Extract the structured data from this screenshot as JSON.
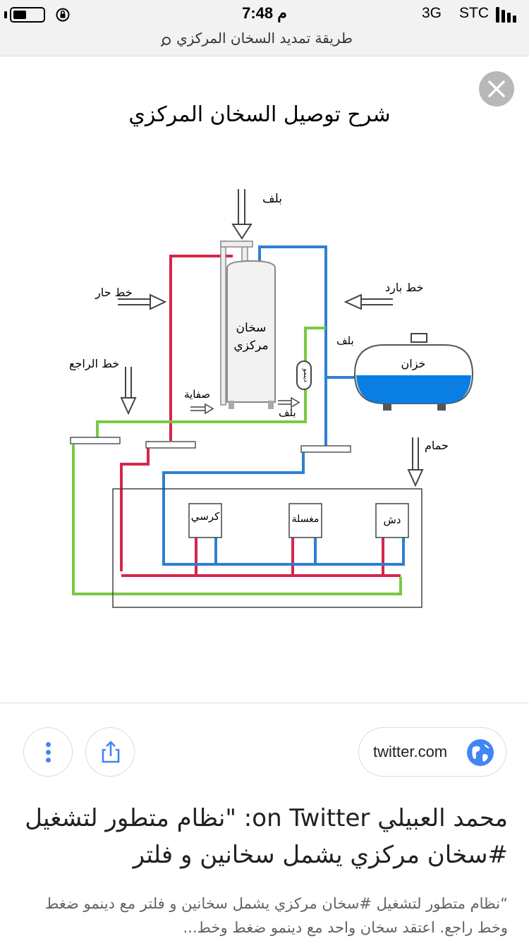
{
  "status_bar": {
    "time": "7:48 م",
    "network": "3G",
    "carrier": "STC"
  },
  "search": {
    "query": "طريقة تمديد السخان المركزي"
  },
  "diagram": {
    "title": "شرح توصيل السخان المركزي",
    "labels": {
      "valve_top": "بلف",
      "hot_line": "خط حار",
      "cold_line": "خط بارد",
      "heater": "سخان",
      "heater_2": "مركزي",
      "return_line": "خط الراجع",
      "valve_right": "بلف",
      "tank": "خزان",
      "pump": "دينمو",
      "drain": "صفاية",
      "valve_bottom": "بلف",
      "bathroom": "حمام",
      "toilet": "كرسي",
      "sink": "مغسلة",
      "shower": "دش"
    },
    "colors": {
      "hot": "#d6264a",
      "cold": "#2f7fd3",
      "return": "#7ac943",
      "tank_water": "#0a7fe3"
    }
  },
  "actions": {
    "source": "twitter.com"
  },
  "result": {
    "title": "محمد العبيلي on Twitter: \"نظام متطور لتشغيل #سخان مركزي يشمل سخانين و فلتر",
    "snippet": "“نظام متطور لتشغيل #سخان مركزي يشمل سخانين و فلتر مع دينمو ضغط وخط راجع. اعتقد سخان واحد مع دينمو ضغط وخط..."
  }
}
